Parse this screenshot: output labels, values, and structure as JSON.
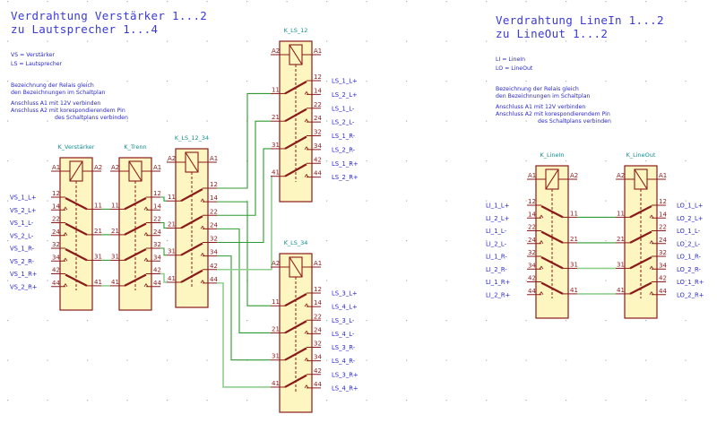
{
  "left_section": {
    "title_line1": "Verdrahtung Verstärker 1...2",
    "title_line2": "zu Lautsprecher 1...4",
    "legend": [
      "VS = Verstärker",
      "LS = Lautsprecher"
    ],
    "notes": [
      "Bezeichnung der Relais gleich",
      "den Bezeichnungen im Schaltplan",
      "Anschluss A1  mit 12V verbinden",
      "Anschluss A2  mit korespondierendem Pin",
      "des Schaltplans verbinden"
    ]
  },
  "right_section": {
    "title_line1": "Verdrahtung LineIn 1...2",
    "title_line2": "zu LineOut 1...2",
    "legend": [
      "LI = LineIn",
      "LO = LineOut"
    ],
    "notes": [
      "Bezeichnung der Relais gleich",
      "den Bezeichnungen im Schaltplan",
      "Anschluss A1  mit 12V verbinden",
      "Anschluss A2  mit korespondierendem Pin",
      "des Schaltplans verbinden"
    ]
  },
  "relays": {
    "k_verstaerker": {
      "ref": "K_Verstärker",
      "coil_left": "A1",
      "coil_right": "A2"
    },
    "k_trenn": {
      "ref": "K_Trenn",
      "coil_left": "A2",
      "coil_right": "A1"
    },
    "k_ls_12_34": {
      "ref": "K_LS_12_34",
      "coil_left": "A2",
      "coil_right": "A1"
    },
    "k_ls_12": {
      "ref": "K_LS_12",
      "coil_left": "A2",
      "coil_right": "A1"
    },
    "k_ls_34": {
      "ref": "K_LS_34",
      "coil_left": "A2",
      "coil_right": "A1"
    },
    "k_linein": {
      "ref": "K_LineIn",
      "coil_left": "A1",
      "coil_right": "A2"
    },
    "k_lineout": {
      "ref": "K_LineOut",
      "coil_left": "A2",
      "coil_right": "A1"
    }
  },
  "pins": {
    "nc_no": [
      "12",
      "14",
      "22",
      "24",
      "32",
      "34",
      "42",
      "44"
    ],
    "common": [
      "11",
      "21",
      "31",
      "41"
    ]
  },
  "net_labels": {
    "vs": [
      "VS_1_L+",
      "VS_2_L+",
      "VS_1_L-",
      "VS_2_L-",
      "VS_1_R-",
      "VS_2_R-",
      "VS_1_R+",
      "VS_2_R+"
    ],
    "ls_12": [
      "LS_1_L+",
      "LS_2_L+",
      "LS_1_L-",
      "LS_2_L-",
      "LS_1_R-",
      "LS_2_R-",
      "LS_1_R+",
      "LS_2_R+"
    ],
    "ls_34": [
      "LS_3_L+",
      "LS_4_L+",
      "LS_3_L-",
      "LS_4_L-",
      "LS_3_R-",
      "LS_4_R-",
      "LS_3_R+",
      "LS_4_R+"
    ],
    "li": [
      "LI_1_L+",
      "LI_2_L+",
      "LI_1_L-",
      "LI_2_L-",
      "LI_1_R-",
      "LI_2_R-",
      "LI_1_R+",
      "LI_2_R+"
    ],
    "lo": [
      "LO_1_L+",
      "LO_2_L+",
      "LO_1_L-",
      "LO_2_L-",
      "LO_1_R-",
      "LO_2_R-",
      "LO_1_R+",
      "LO_2_R+"
    ]
  },
  "colors": {
    "title": "#3a3ad8",
    "note": "#2a2ac8",
    "reference": "#108f8f",
    "symbol": "#8b1a1a",
    "relay_fill": "#fdf6c0",
    "wire": "#2f9a2f"
  }
}
